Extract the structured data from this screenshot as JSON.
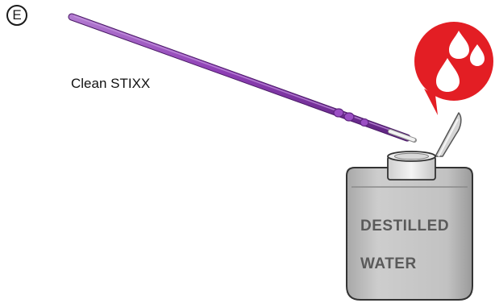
{
  "step": {
    "letter": "E"
  },
  "stick": {
    "label": "Clean STIXX"
  },
  "bottle": {
    "label_line1": "DESTILLED",
    "label_line2": "WATER"
  },
  "icons": {
    "callout": "water-drops-icon"
  },
  "colors": {
    "stick": "#8e3fb5",
    "stick_dark": "#6a2a8a",
    "callout": "#e31e24",
    "bottle_body": "#c6c6c6",
    "bottle_cap": "#e2e2e2",
    "bottle_text": "#5a5a5a"
  }
}
